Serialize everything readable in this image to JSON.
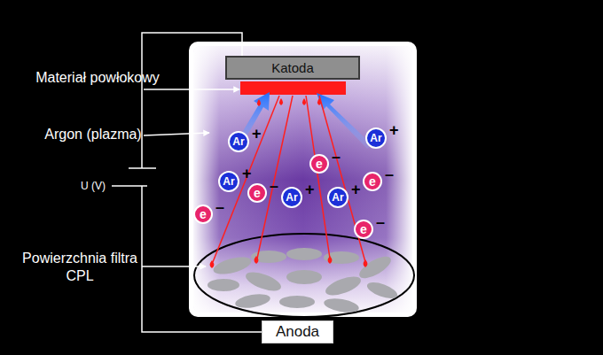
{
  "diagram": {
    "nodes": [
      {
        "text": [
          "Katoda"
        ]
      },
      {
        "text": [
          "Anoda"
        ]
      },
      {
        "text": [
          "Ar",
          "+"
        ]
      },
      {
        "text": [
          "Ar",
          "+"
        ]
      },
      {
        "text": [
          "Ar",
          "+"
        ]
      },
      {
        "text": [
          "Ar",
          "+"
        ]
      },
      {
        "text": [
          "Ar",
          "+"
        ]
      },
      {
        "text": [
          "e",
          "–"
        ]
      },
      {
        "text": [
          "e",
          "–"
        ]
      },
      {
        "text": [
          "e",
          "–"
        ]
      },
      {
        "text": [
          "e",
          "–"
        ]
      },
      {
        "text": [
          "e",
          "–"
        ]
      }
    ],
    "edges": [
      {
        "from": 0,
        "to": 1,
        "arrow": "none"
      }
    ],
    "labels": [
      "Materiał powłokowy",
      "Argon (plazma)",
      "U (V)",
      "Powierzchnia filtra CPL"
    ]
  }
}
